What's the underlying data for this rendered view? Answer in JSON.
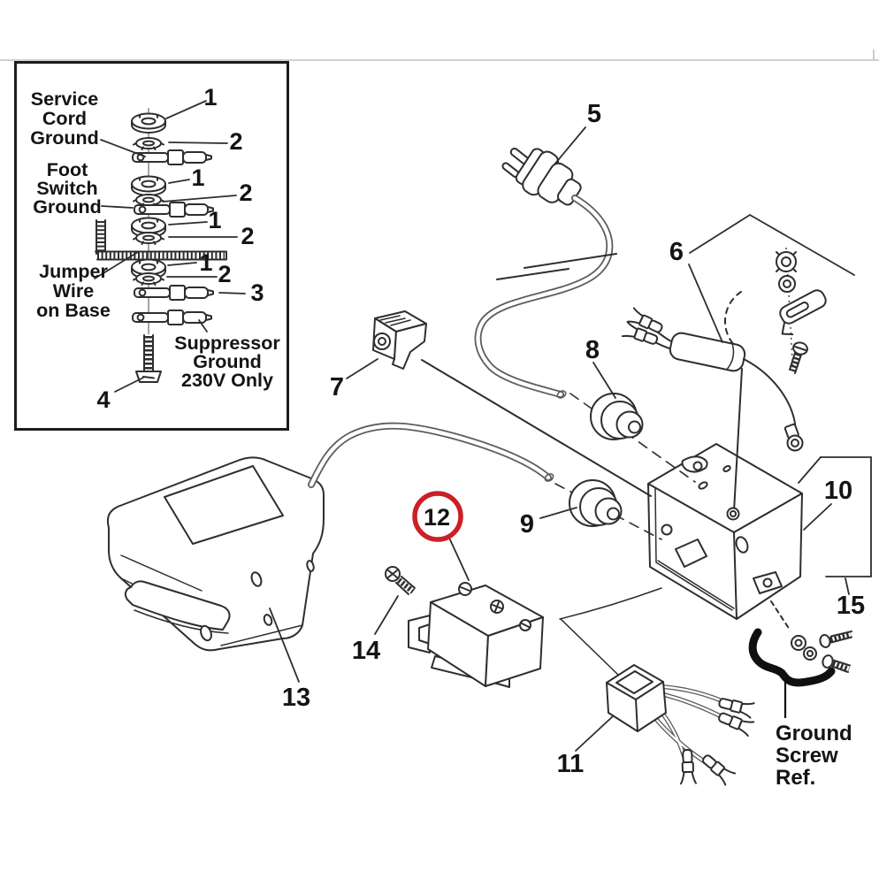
{
  "document": {
    "type": "exploded-parts-diagram",
    "colors": {
      "ink": "#2e2e2e",
      "cord": "#5d5d5d",
      "highlight": "#cb2026",
      "rule": "#c0c0c0",
      "background": "#ffffff"
    },
    "inset": {
      "labels": {
        "service_cord_ground": [
          "Service",
          "Cord",
          "Ground"
        ],
        "foot_switch_ground": [
          "Foot",
          "Switch",
          "Ground"
        ],
        "jumper_wire_on_base": [
          "Jumper",
          "Wire",
          "on Base"
        ],
        "suppressor_ground_230v": [
          "Suppressor",
          "Ground",
          "230V Only"
        ]
      },
      "callouts": {
        "nut_1a": "1",
        "washer_2a": "2",
        "nut_1b": "1",
        "washer_2b": "2",
        "nut_1c": "1",
        "washer_2c": "2",
        "nut_1d": "1",
        "washer_2d": "2",
        "terminal_3": "3",
        "screw_4": "4"
      }
    },
    "callouts": {
      "plug": "5",
      "suppressor_group": "6",
      "clip": "7",
      "bushing_upper": "8",
      "bushing_lower": "9",
      "switch_box": "10",
      "connector": "11",
      "microswitch": "12",
      "pedal_housing": "13",
      "screw": "14",
      "box_assembly": "15"
    },
    "highlight": {
      "circled_callout": "12"
    },
    "annotations": {
      "ground_screw_ref": [
        "Ground",
        "Screw",
        "Ref."
      ]
    }
  }
}
